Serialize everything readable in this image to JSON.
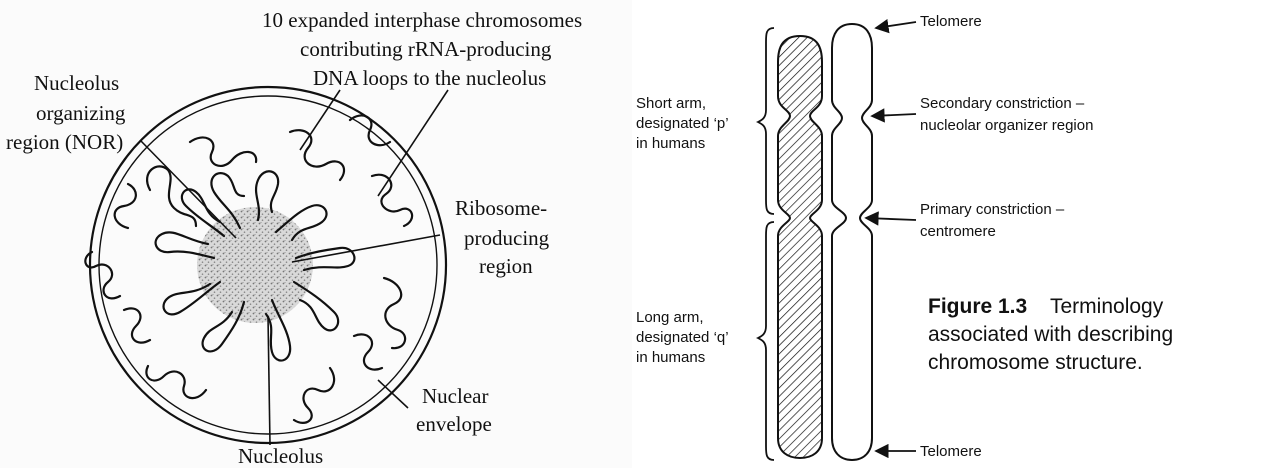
{
  "left_figure": {
    "top_label_lines": [
      "10 expanded interphase chromosomes",
      "contributing rRNA-producing",
      "DNA loops to the nucleolus"
    ],
    "nor_label_lines": [
      "Nucleolus",
      "organizing",
      "region (NOR)"
    ],
    "ribosome_label_lines": [
      "Ribosome-",
      "producing",
      "region"
    ],
    "envelope_label_lines": [
      "Nuclear",
      "envelope"
    ],
    "nucleolus_label": "Nucleolus"
  },
  "right_figure": {
    "telomere_top": "Telomere",
    "telomere_bottom": "Telomere",
    "short_arm_lines": [
      "Short arm,",
      "designated ‘p’",
      "in humans"
    ],
    "long_arm_lines": [
      "Long arm,",
      "designated ‘q’",
      "in humans"
    ],
    "secondary_constriction_lines": [
      "Secondary constriction –",
      "nucleolar organizer region"
    ],
    "primary_constriction_lines": [
      "Primary constriction –",
      "centromere"
    ],
    "caption": {
      "number": "Figure 1.3",
      "text_lines": [
        "Terminology",
        "associated with describing",
        "chromosome structure."
      ]
    }
  }
}
